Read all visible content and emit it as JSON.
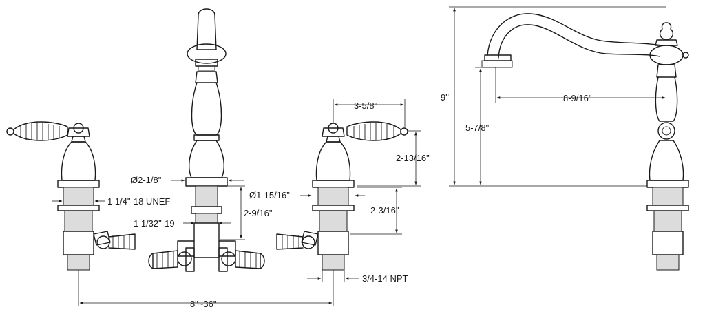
{
  "labels": {
    "valve_thread": "1 1/4\"-18 UNEF",
    "spout_base_dia": "Ø2-1/8\"",
    "spout_thread": "1 1/32\"-19",
    "spout_shank": "2-9/16\"",
    "valve_base_dia": "Ø1-15/16\"",
    "handle_width": "3-5/8\"",
    "handle_height": "2-13/16\"",
    "valve_shank": "2-3/16\"",
    "inlet_thread": "3/4-14 NPT",
    "spread": "8\"~36\"",
    "spout_height": "9\"",
    "aerator_height": "5-7/8\"",
    "spout_reach": "8-9/16\""
  }
}
